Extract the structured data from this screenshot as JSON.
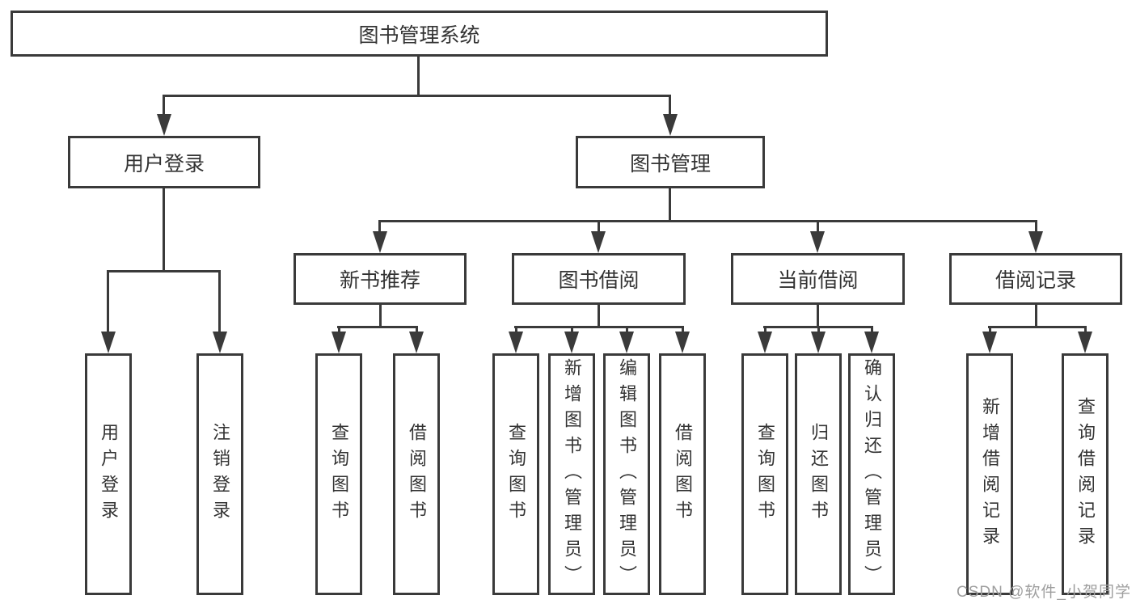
{
  "diagram_type": "hierarchy-tree",
  "colors": {
    "line": "#3a3a3a",
    "text": "#333333",
    "background": "#ffffff",
    "watermark": "#9e9e9e"
  },
  "tree": {
    "root": {
      "label": "图书管理系统"
    },
    "level2": {
      "userLogin": {
        "label": "用户登录"
      },
      "bookMgmt": {
        "label": "图书管理"
      }
    },
    "level3": {
      "newBook": {
        "label": "新书推荐"
      },
      "bookBorrow": {
        "label": "图书借阅"
      },
      "currentBorrow": {
        "label": "当前借阅"
      },
      "borrowRecord": {
        "label": "借阅记录"
      }
    },
    "leaves": {
      "userLogin": [
        "用户登录",
        "注销登录"
      ],
      "newBook": [
        "查询图书",
        "借阅图书"
      ],
      "bookBorrow": [
        "查询图书",
        "新增图书（管理员）",
        "编辑图书（管理员）",
        "借阅图书"
      ],
      "currentBorrow": [
        "查询图书",
        "归还图书",
        "确认归还（管理员）"
      ],
      "borrowRecord": [
        "新增借阅记录",
        "查询借阅记录"
      ]
    }
  },
  "watermark": {
    "text": "CSDN @软件_小贺同学"
  }
}
